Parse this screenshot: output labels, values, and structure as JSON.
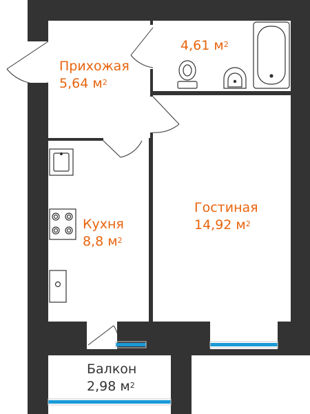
{
  "plan": {
    "rooms": [
      {
        "name": "Прихожая",
        "area": "5,64 м",
        "unit_sup": "2"
      },
      {
        "name": "",
        "area": "4,61 м",
        "unit_sup": "2"
      },
      {
        "name": "Кухня",
        "area": "8,8 м",
        "unit_sup": "2"
      },
      {
        "name": "Гостиная",
        "area": "14,92 м",
        "unit_sup": "2"
      },
      {
        "name": "Балкон",
        "area": "2,98 м",
        "unit_sup": "2"
      }
    ]
  },
  "colors": {
    "wall": "#333333",
    "floor": "#ffffff",
    "window": "#1a9ad6",
    "label": "#e8640e",
    "label_dark": "#333333",
    "fixture_stroke": "#333333"
  }
}
